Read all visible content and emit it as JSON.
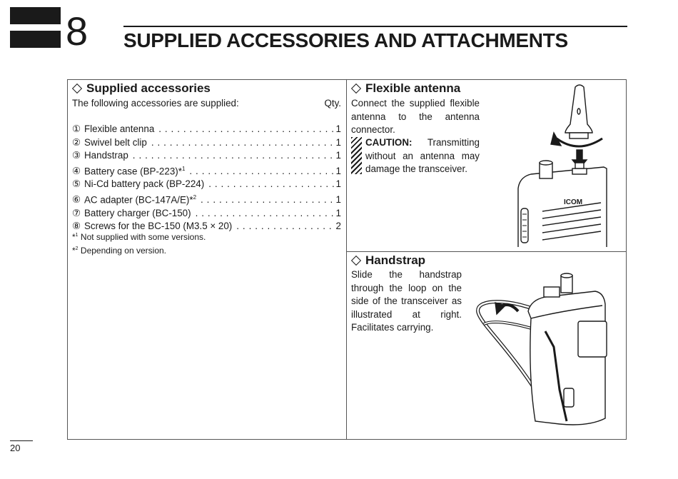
{
  "chapter": {
    "number": "8",
    "title": "SUPPLIED ACCESSORIES AND ATTACHMENTS"
  },
  "supplied": {
    "heading": "Supplied accessories",
    "intro": "The following accessories are supplied:",
    "qty_label": "Qty.",
    "items": [
      {
        "marker": "①",
        "name": "Flexible antenna",
        "qty": "1"
      },
      {
        "marker": "②",
        "name": "Swivel belt clip",
        "qty": "1"
      },
      {
        "marker": "③",
        "name": "Handstrap",
        "qty": "1"
      },
      {
        "marker": "④",
        "name": "Battery case (BP-223)*",
        "sup": "1",
        "qty": "1"
      },
      {
        "marker": "⑤",
        "name": "Ni-Cd battery pack (BP-224)",
        "qty": "1"
      },
      {
        "marker": "⑥",
        "name": "AC adapter (BC-147A/E)*",
        "sup": "2",
        "qty": "1"
      },
      {
        "marker": "⑦",
        "name": "Battery charger (BC-150)",
        "qty": "1"
      },
      {
        "marker": "⑧",
        "name": "Screws for the BC-150 (M3.5 × 20)",
        "qty": "2"
      }
    ],
    "notes": [
      {
        "mark": "*",
        "sup": "1",
        "text": "Not supplied with some versions."
      },
      {
        "mark": "*",
        "sup": "2",
        "text": "Depending on version."
      }
    ]
  },
  "antenna": {
    "heading": "Flexible antenna",
    "text": "Connect the supplied flexible antenna to the antenna connector.",
    "caution_label": "CAUTION:",
    "caution_text": "Transmitting without an antenna may damage the transceiver.",
    "brand_label": "ICOM"
  },
  "handstrap": {
    "heading": "Handstrap",
    "text": "Slide the handstrap through the loop on the side of the transceiver as illustrated at right. Facilitates carrying."
  },
  "page_number": "20"
}
